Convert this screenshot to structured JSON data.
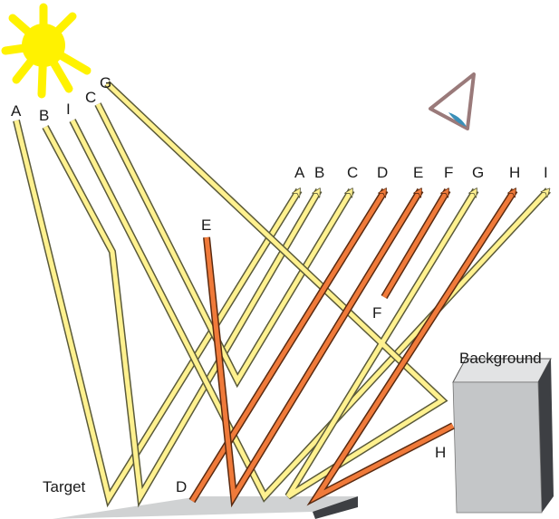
{
  "source_labels": [
    "A",
    "B",
    "I",
    "C",
    "G"
  ],
  "arrival_labels": [
    "A",
    "B",
    "C",
    "D",
    "E",
    "F",
    "G",
    "H",
    "I"
  ],
  "inline_labels": {
    "e": "E",
    "f": "F",
    "h": "H",
    "d": "D"
  },
  "objects": {
    "target": "Target",
    "background": "Background"
  },
  "colors": {
    "sun": "#fff200",
    "yellow_ray": "#fff18f",
    "yellow_ray_edge": "#5a5a3a",
    "orange_ray": "#f07a3a",
    "orange_ray_edge": "#5a2a10",
    "surface_top": "#d0d2d3",
    "surface_side": "#3d3f43",
    "eye_outline": "#9a7a7a",
    "eye_iris": "#3a8fb8"
  },
  "icons": [
    "sun-icon",
    "eye-icon"
  ]
}
